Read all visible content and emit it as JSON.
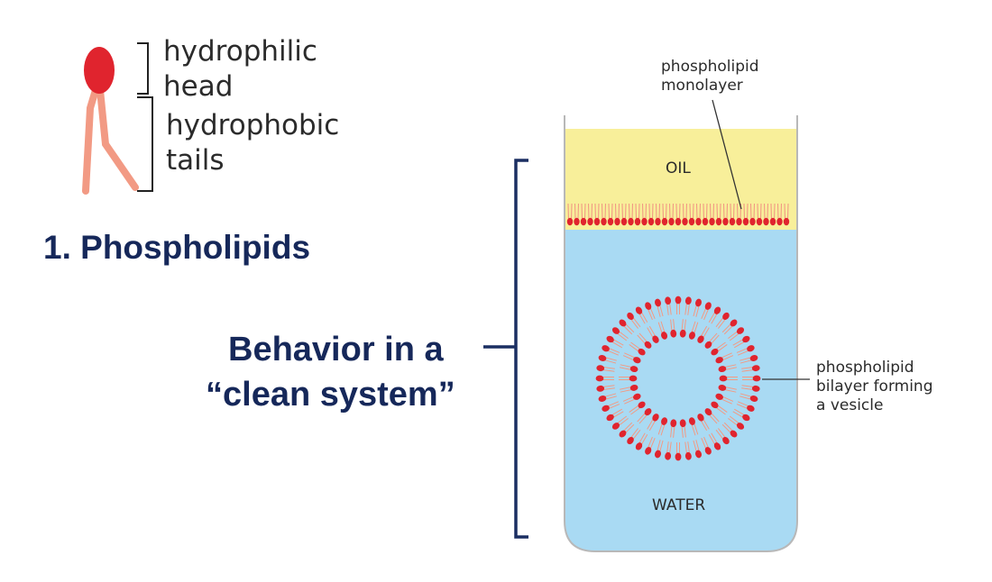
{
  "legend": {
    "head_line1": "hydrophilic",
    "head_line2": "head",
    "tail_line1": "hydrophobic",
    "tail_line2": "tails"
  },
  "title": "1. Phospholipids",
  "behavior": {
    "line1": "Behavior in a",
    "line2": "“clean system”"
  },
  "diagram": {
    "oil_label": "OIL",
    "water_label": "WATER",
    "monolayer_label_line1": "phospholipid",
    "monolayer_label_line2": "monolayer",
    "bilayer_label_line1": "phospholipid",
    "bilayer_label_line2": "bilayer forming",
    "bilayer_label_line3": "a vesicle"
  },
  "colors": {
    "navy": "#16285a",
    "head_red": "#e0242e",
    "tail_salmon": "#f29a84",
    "oil": "#f8ef9a",
    "water": "#a9daf3",
    "bracket": "#1b2f62"
  }
}
